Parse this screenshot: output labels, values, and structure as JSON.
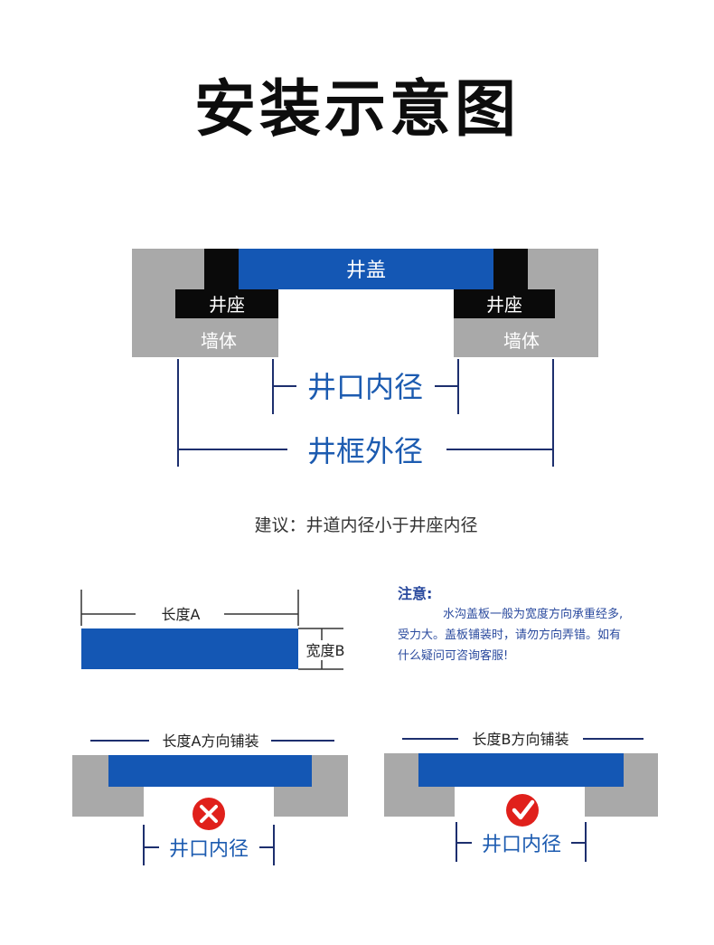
{
  "title": "安装示意图",
  "labels": {
    "cover": "井盖",
    "seat_left": "井座",
    "seat_right": "井座",
    "wall_left": "墙体",
    "wall_right": "墙体",
    "inner_diameter": "井口内径",
    "outer_diameter": "井框外径",
    "suggestion": "建议：井道内径小于井座内径",
    "length_a": "长度A",
    "width_b": "宽度B",
    "paving_a": "长度A方向铺装",
    "paving_b": "长度B方向铺装",
    "inner_small_left": "井口内径",
    "inner_small_right": "井口内径"
  },
  "note": {
    "heading": "注意:",
    "line1": "水沟盖板一般为宽度方向承重经多,",
    "line2": "受力大。盖板铺装时，请勿方向弄错。如有",
    "line3": "什么疑问可咨询客服!"
  },
  "colors": {
    "blue": "#1457b4",
    "gray": "#a9a9a9",
    "black": "#0a0a0a",
    "red": "#e0201b",
    "navy": "#1d2f6e",
    "label_blue": "#1c5bb0"
  },
  "icons": {
    "wrong": "x-mark-icon",
    "right": "check-mark-icon"
  }
}
